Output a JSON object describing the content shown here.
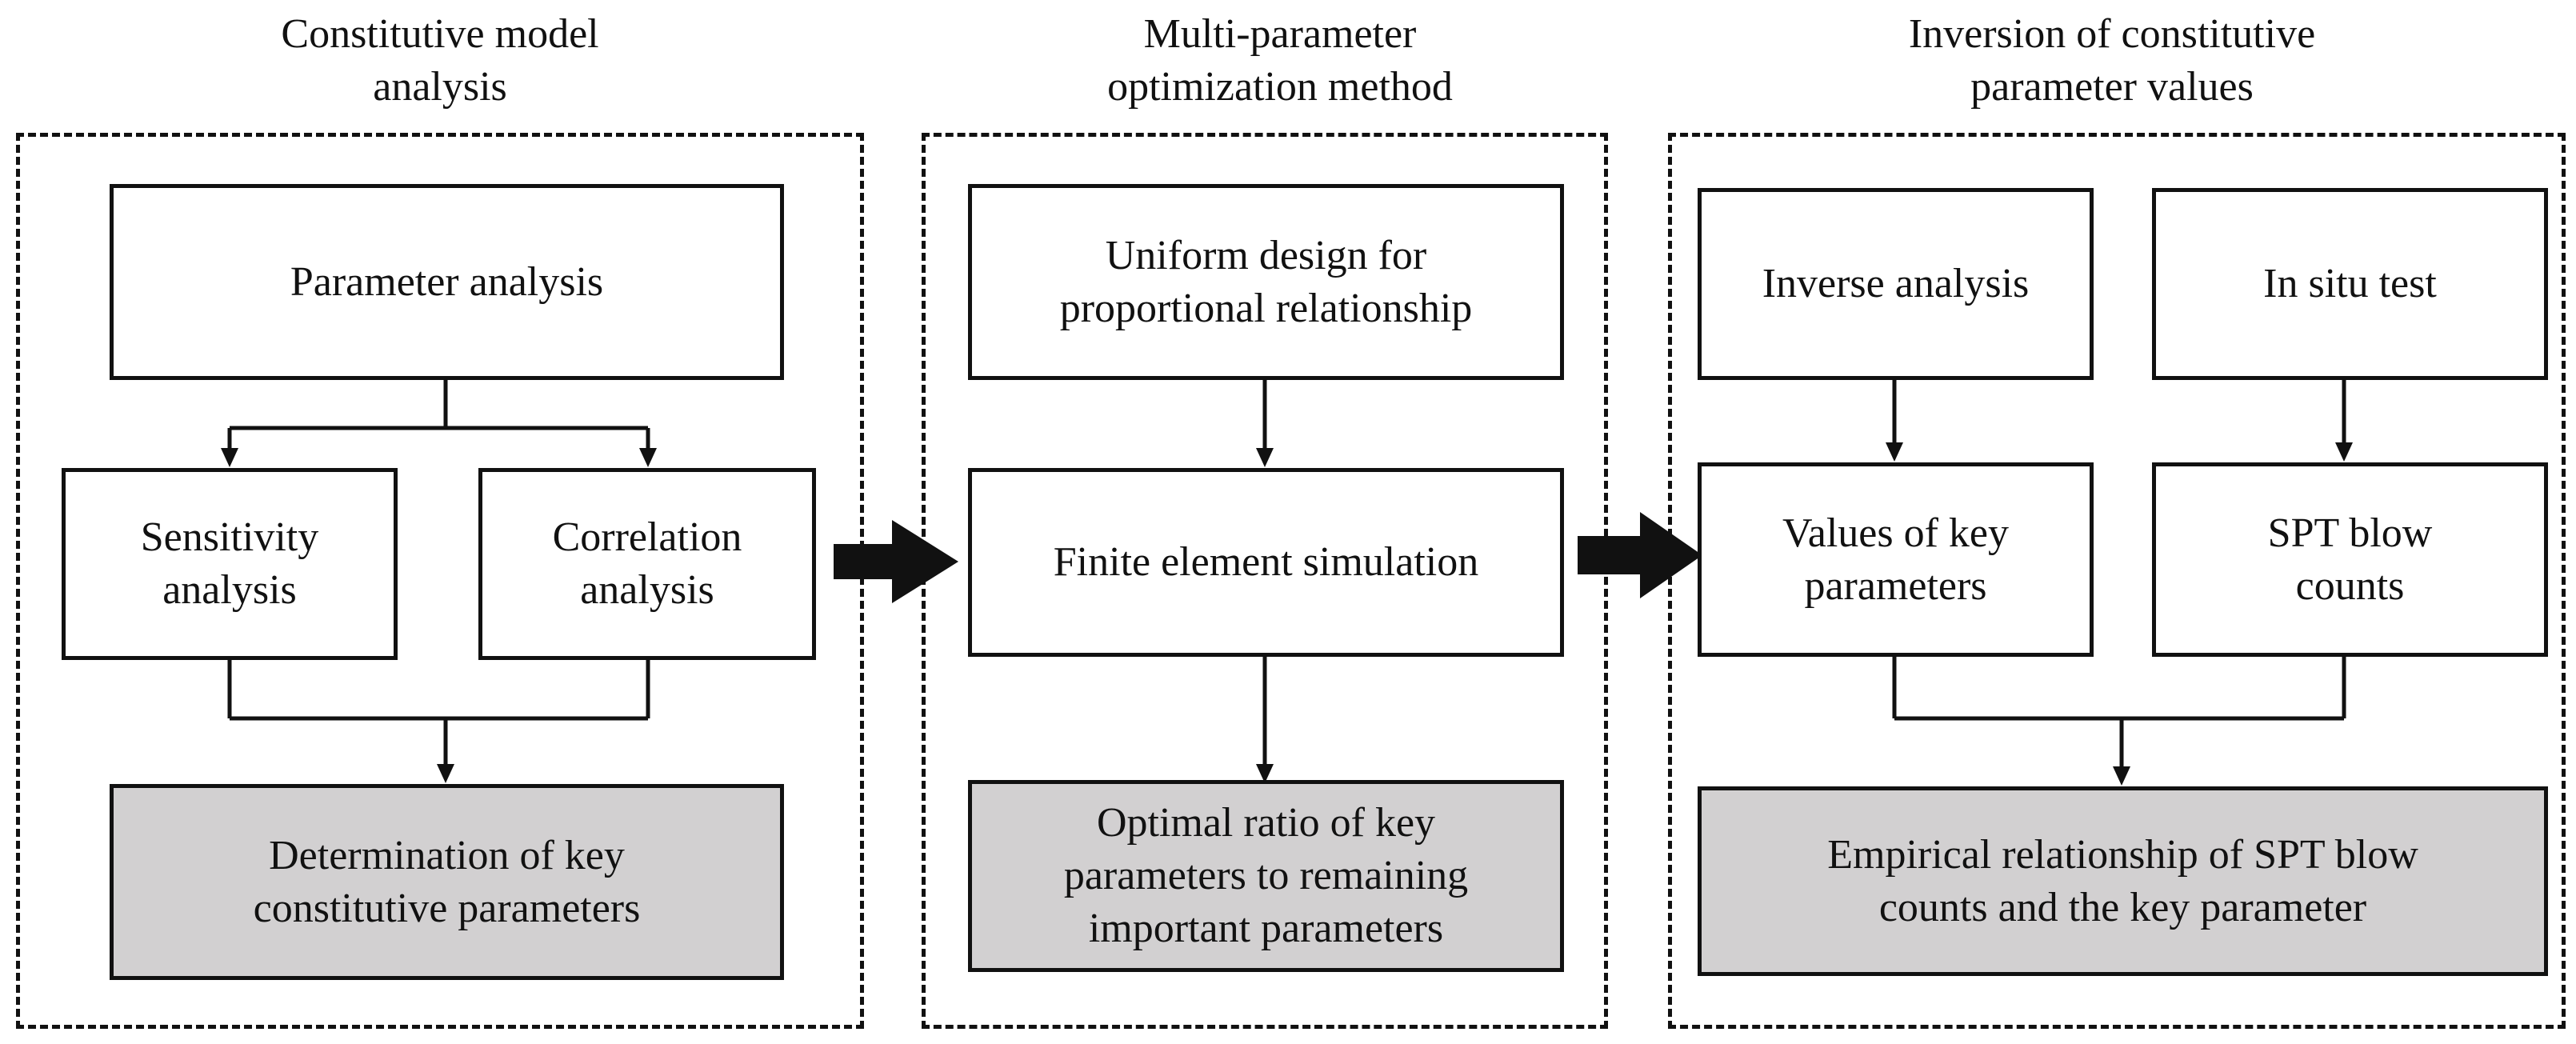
{
  "panels": {
    "left": {
      "title": "Constitutive model\nanalysis",
      "boxes": {
        "parameter_analysis": "Parameter analysis",
        "sensitivity": "Sensitivity\nanalysis",
        "correlation": "Correlation\nanalysis",
        "determination": "Determination of key\nconstitutive parameters"
      }
    },
    "middle": {
      "title": "Multi-parameter\noptimization method",
      "boxes": {
        "uniform_design": "Uniform design  for\nproportional relationship",
        "fem": "Finite element simulation",
        "optimal_ratio": "Optimal ratio of key\nparameters  to remaining\nimportant parameters"
      }
    },
    "right": {
      "title": "Inversion of constitutive\nparameter values",
      "boxes": {
        "inverse": "Inverse  analysis",
        "in_situ": "In situ test",
        "values_key": "Values of key\nparameters",
        "spt_counts": "SPT blow\ncounts",
        "empirical": "Empirical relationship of SPT blow\ncounts and the key parameter"
      }
    }
  },
  "colors": {
    "stroke": "#111111",
    "highlight_box": "#d2d0d1",
    "background": "#ffffff"
  }
}
